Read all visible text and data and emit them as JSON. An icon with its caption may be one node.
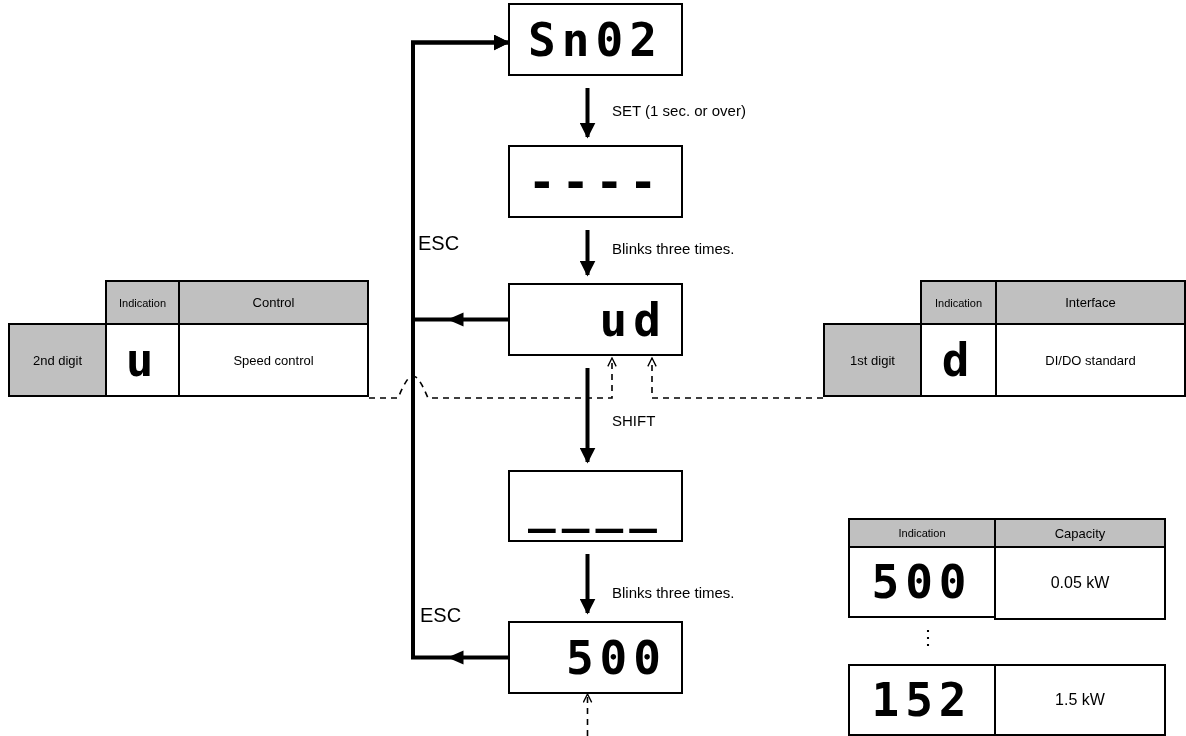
{
  "diagram": {
    "nodes": [
      {
        "text": [
          "Sn02"
        ]
      },
      {
        "text": [
          "----"
        ]
      },
      {
        "text": [
          "ud"
        ]
      },
      {
        "text": [
          "____"
        ]
      },
      {
        "text": [
          "500"
        ]
      },
      {
        "text": [
          "Indication"
        ]
      },
      {
        "text": [
          "Control"
        ]
      },
      {
        "text": [
          "2nd digit"
        ]
      },
      {
        "text": [
          "u"
        ]
      },
      {
        "text": [
          "Speed control"
        ]
      },
      {
        "text": [
          "Indication"
        ]
      },
      {
        "text": [
          "Interface"
        ]
      },
      {
        "text": [
          "1st digit"
        ]
      },
      {
        "text": [
          "d"
        ]
      },
      {
        "text": [
          "DI/DO standard"
        ]
      },
      {
        "text": [
          "Indication"
        ]
      },
      {
        "text": [
          "Capacity"
        ]
      },
      {
        "text": [
          "500"
        ]
      },
      {
        "text": [
          "0.05 kW"
        ]
      },
      {
        "text": [
          "152"
        ]
      },
      {
        "text": [
          "1.5 kW"
        ]
      }
    ],
    "edges": [
      {
        "from": 0,
        "to": 1,
        "arrow": "to",
        "label": "SET (1 sec. or over)"
      },
      {
        "from": 1,
        "to": 2,
        "arrow": "to",
        "label": "Blinks three times."
      },
      {
        "from": 2,
        "to": 3,
        "arrow": "to",
        "label": "SHIFT"
      },
      {
        "from": 3,
        "to": 4,
        "arrow": "to",
        "label": "Blinks three times."
      },
      {
        "from": 2,
        "to": 0,
        "arrow": "to",
        "label": "ESC"
      },
      {
        "from": 4,
        "to": 0,
        "arrow": "to",
        "label": "ESC"
      },
      {
        "from": 9,
        "to": 2,
        "arrow": "to",
        "style": "dashed"
      },
      {
        "from": 12,
        "to": 2,
        "arrow": "to",
        "style": "dashed"
      },
      {
        "from": null,
        "to": 4,
        "arrow": "to",
        "style": "dashed"
      }
    ],
    "labels": [
      "⋮"
    ]
  }
}
